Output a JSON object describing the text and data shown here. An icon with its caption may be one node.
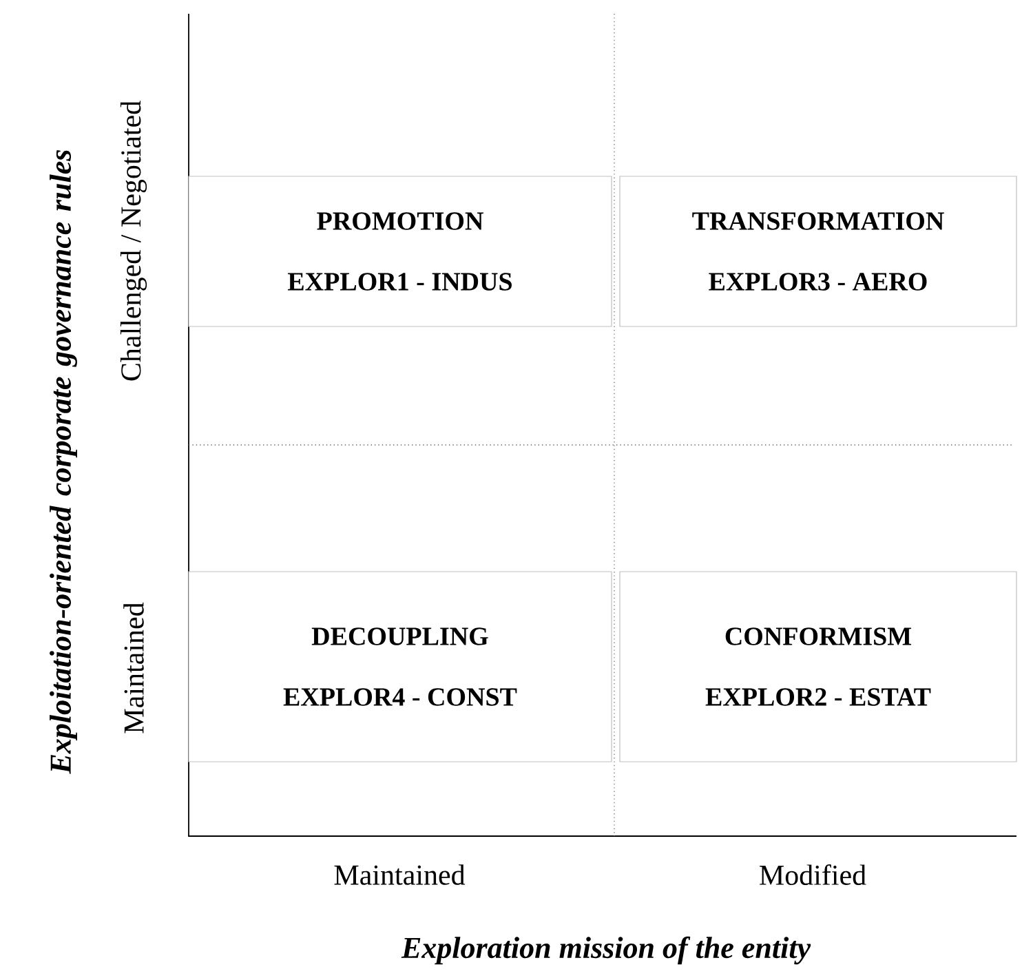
{
  "diagram": {
    "nodes": [
      {
        "text": [
          "PROMOTION",
          "EXPLOR1 - INDUS"
        ]
      },
      {
        "text": [
          "TRANSFORMATION",
          "EXPLOR3 - AERO"
        ]
      },
      {
        "text": [
          "DECOUPLING",
          "EXPLOR4 - CONST"
        ]
      },
      {
        "text": [
          "CONFORMISM",
          "EXPLOR2 - ESTAT"
        ]
      }
    ],
    "labels": [
      "Exploitation-oriented corporate governance rules",
      "Challenged / Negotiated",
      "Maintained",
      "Maintained",
      "Modified",
      "Exploration mission of the entity"
    ]
  }
}
